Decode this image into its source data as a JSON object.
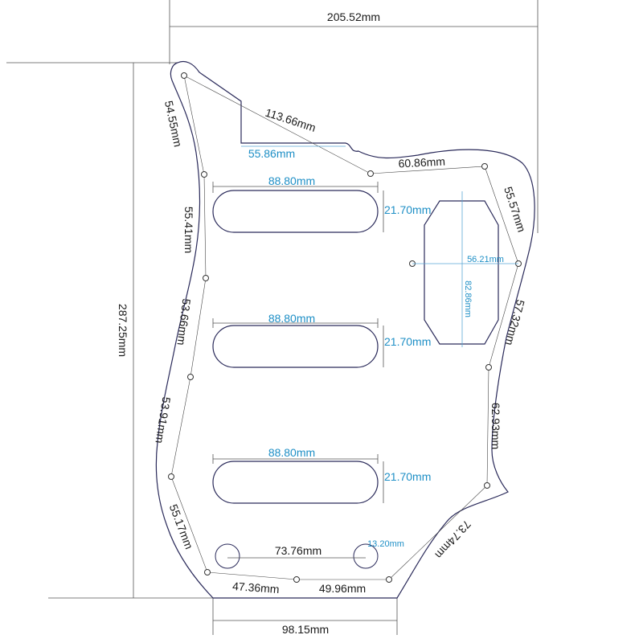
{
  "colors": {
    "outline": "#2a2a5a",
    "dimension_text": "#1a1a1a",
    "dimension_blue": "#1e8fc6"
  },
  "dimensions": {
    "overall_width": "205.52mm",
    "overall_height": "287.25mm",
    "top_edge": "113.66mm",
    "neck_pocket": "55.86mm",
    "upper_right": "60.86mm",
    "right_upper_edge": "55.57mm",
    "right_mid_edge": "57.32mm",
    "right_lower_edge": "62.93mm",
    "lower_right_diagonal": "73.74mm",
    "left_top_edge": "54.55mm",
    "left_upper_edge": "55.41mm",
    "left_mid_edge": "53.66mm",
    "left_lower_mid_edge": "53.91mm",
    "left_bottom_edge": "55.17mm",
    "bottom_left": "47.36mm",
    "bottom_right": "49.96mm",
    "bottom_width": "98.15mm",
    "pickup1_length": "88.80mm",
    "pickup1_width": "21.70mm",
    "pickup2_length": "88.80mm",
    "pickup2_width": "21.70mm",
    "pickup3_length": "88.80mm",
    "pickup3_width": "21.70mm",
    "control_width": "56.21mm",
    "control_height": "82.86mm",
    "knob_spacing": "73.76mm",
    "knob_diameter": "13.20mm"
  }
}
